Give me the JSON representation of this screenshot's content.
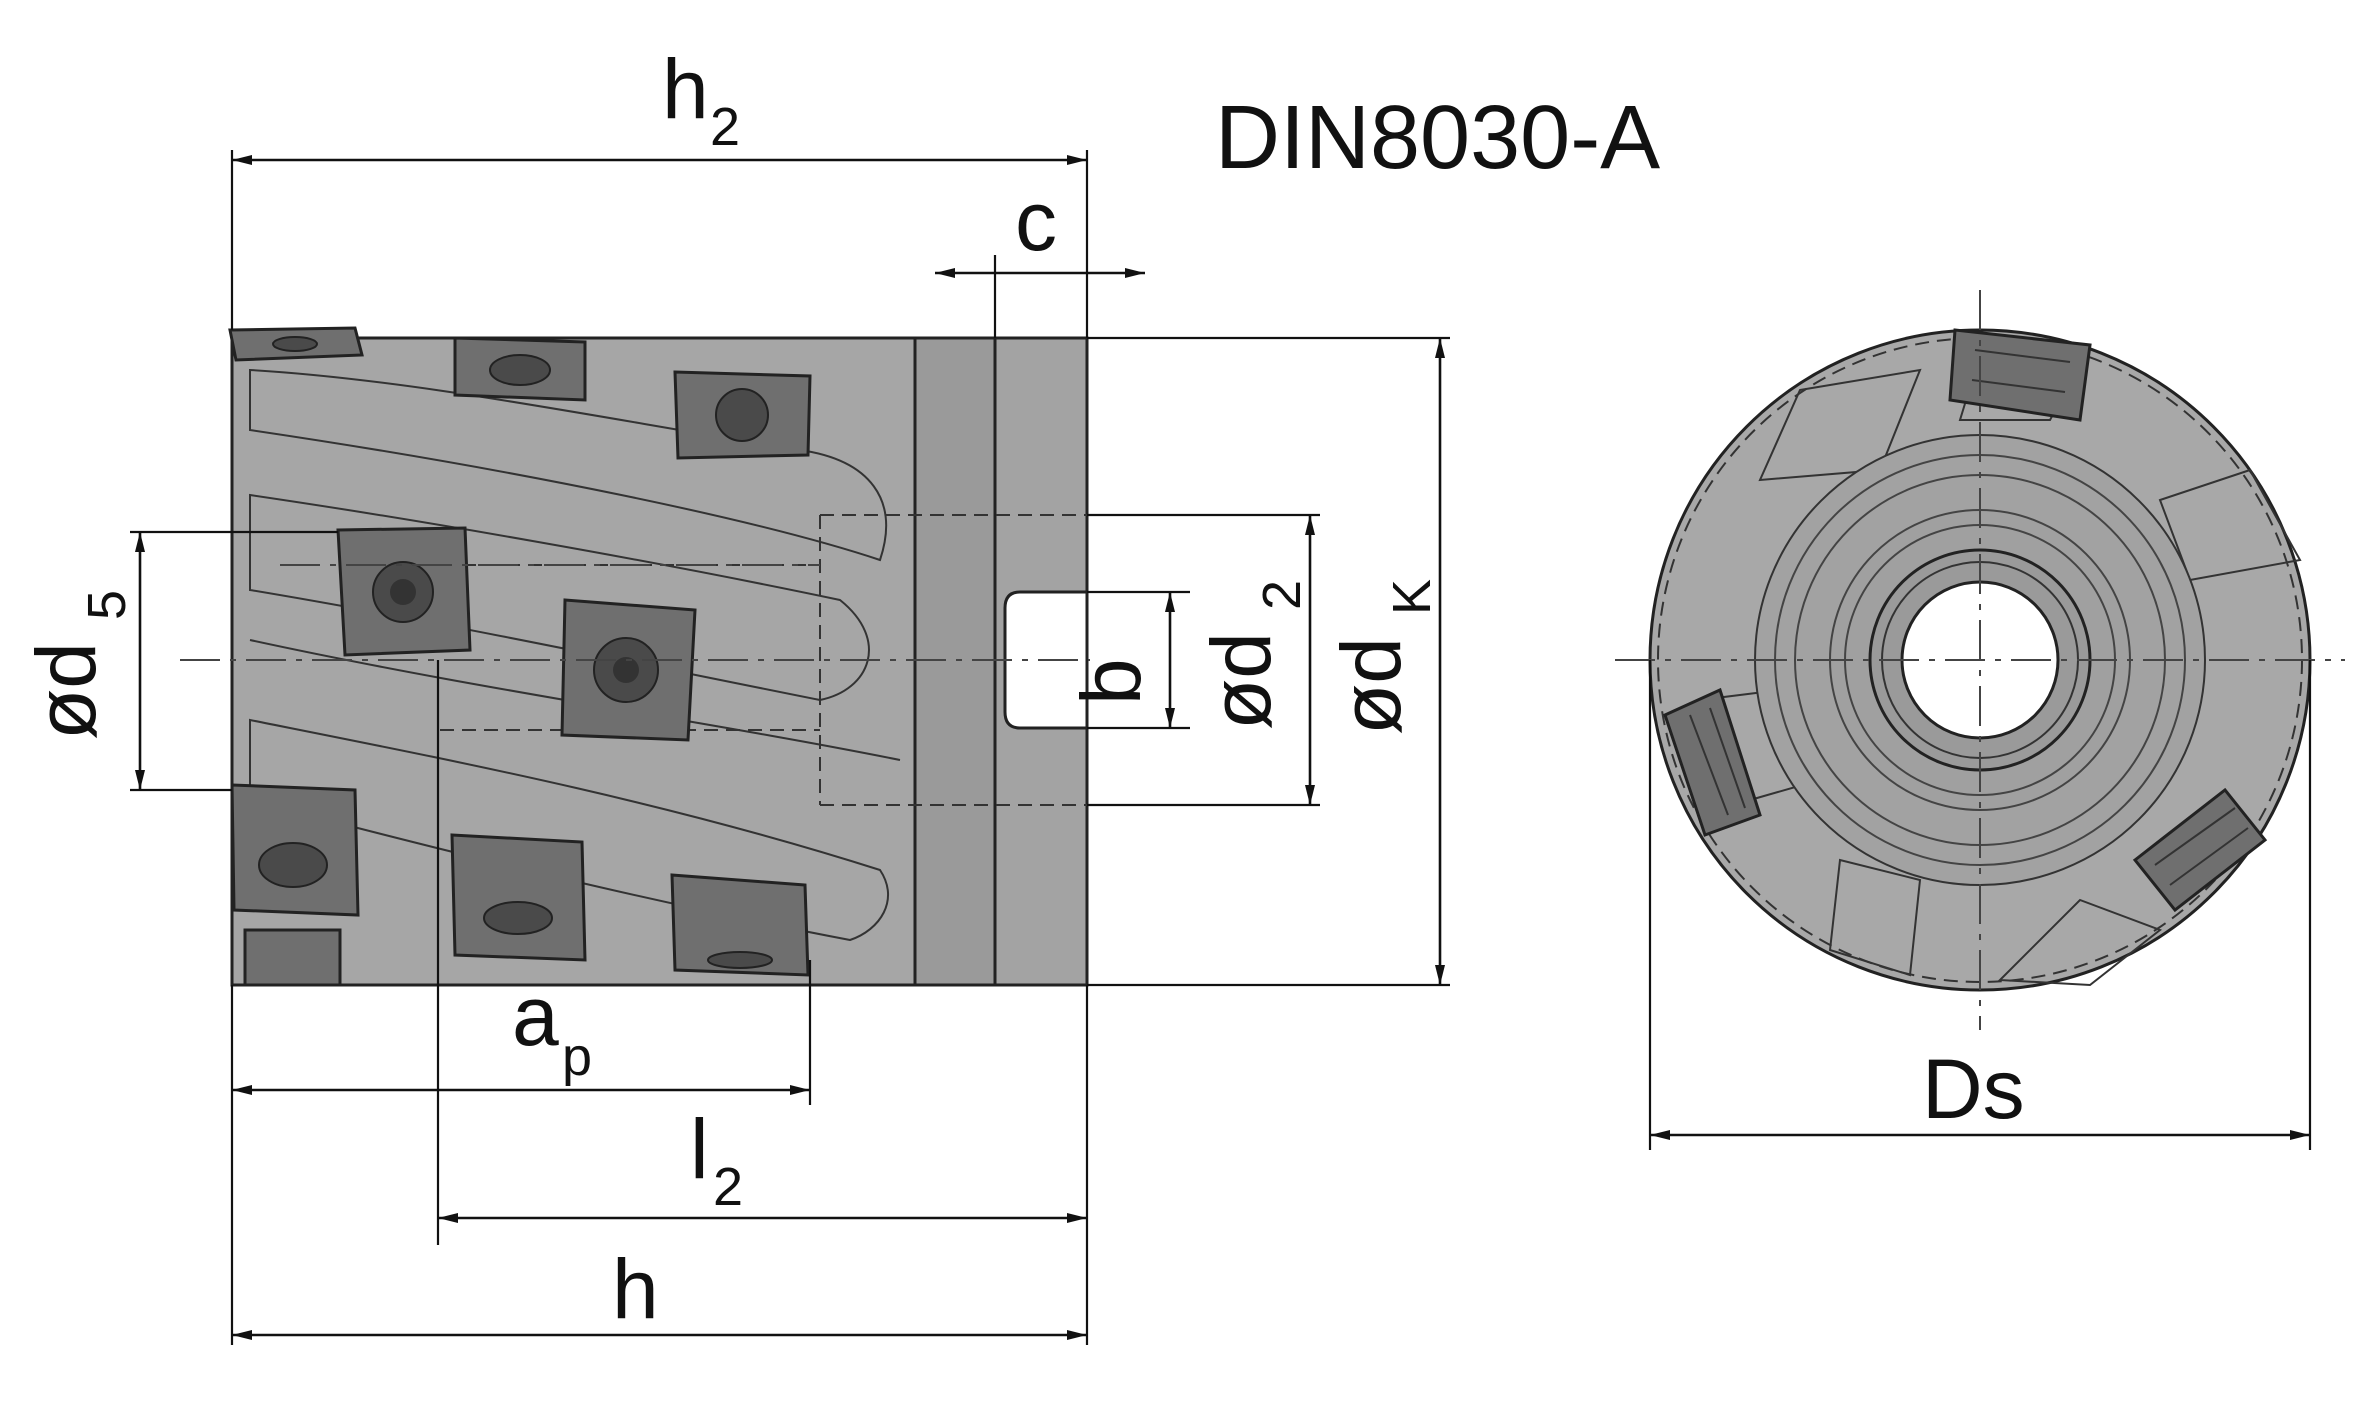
{
  "title": "DIN8030-A",
  "labels": {
    "h2": {
      "main": "h",
      "sub": "2"
    },
    "c": "c",
    "d5": {
      "prefix": "ød",
      "sub": "5"
    },
    "b": "b",
    "d2": {
      "prefix": "ød",
      "sub": "2"
    },
    "dK": {
      "prefix": "ød",
      "sub": "K"
    },
    "ap": {
      "main": "a",
      "sub": "p"
    },
    "l2": {
      "main": "l",
      "sub": "2"
    },
    "h": "h",
    "Ds": "Ds"
  },
  "colors": {
    "body": "#a6a6a6",
    "body_dark": "#8f8f8f",
    "insert": "#6f6f6f",
    "insert_dark": "#4a4a4a",
    "line": "#111111"
  }
}
